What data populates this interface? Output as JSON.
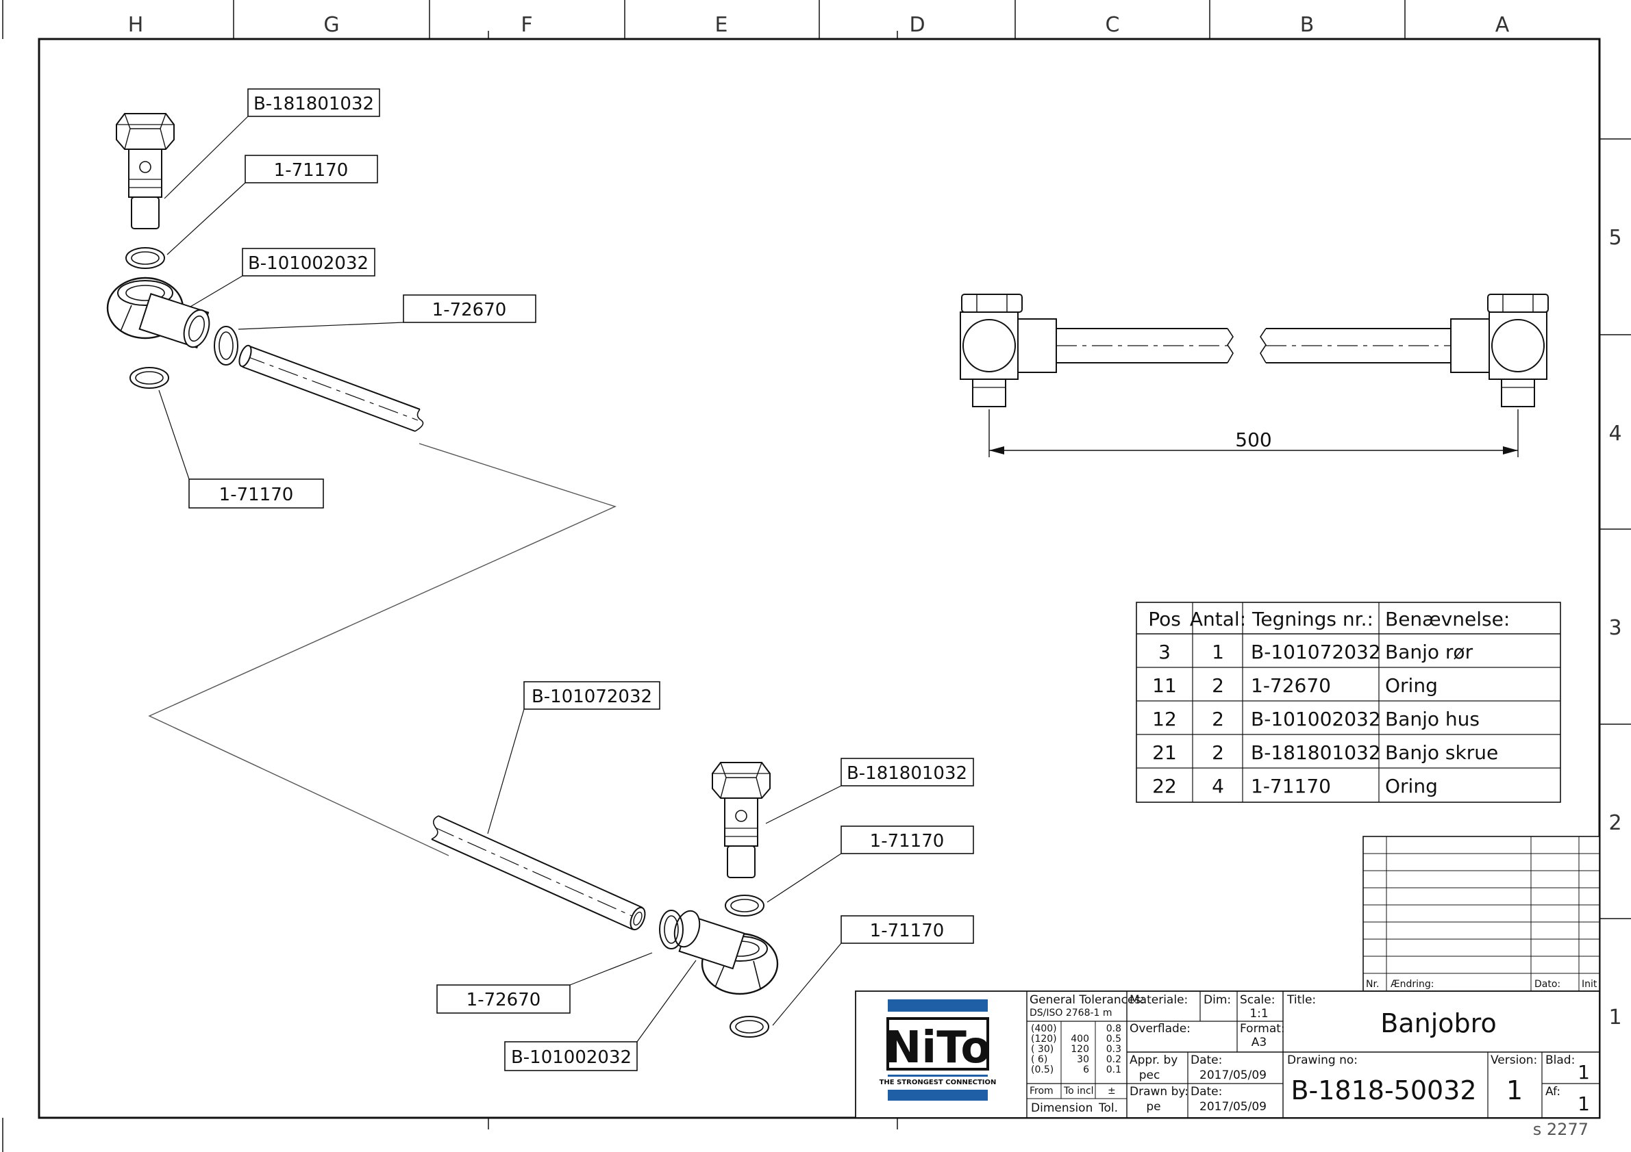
{
  "zones": {
    "columns": [
      "H",
      "G",
      "F",
      "E",
      "D",
      "C",
      "B",
      "A"
    ],
    "rows": [
      "5",
      "4",
      "3",
      "2",
      "1"
    ]
  },
  "callouts": [
    "B-181801032",
    "1-71170",
    "B-101002032",
    "1-72670",
    "1-71170",
    "B-101072032",
    "B-181801032",
    "1-71170",
    "1-71170",
    "1-72670",
    "B-101002032"
  ],
  "dimension": "500",
  "parts_table": {
    "headers": [
      "Pos",
      "Antal:",
      "Tegnings nr.:",
      "Benævnelse:"
    ],
    "rows": [
      [
        "3",
        "1",
        "B-101072032",
        "Banjo rør"
      ],
      [
        "11",
        "2",
        "1-72670",
        "Oring"
      ],
      [
        "12",
        "2",
        "B-101002032",
        "Banjo hus"
      ],
      [
        "21",
        "2",
        "B-181801032",
        "Banjo skrue"
      ],
      [
        "22",
        "4",
        "1-71170",
        "Oring"
      ]
    ]
  },
  "revision_table": {
    "headers": [
      "Nr.",
      "Ændring:",
      "Dato:",
      "Init"
    ]
  },
  "title_block": {
    "logo_text": "NiTo",
    "logo_tagline": "THE STRONGEST CONNECTION",
    "general_tolerances_label": "General Tolerances:",
    "standard": "DS/ISO 2768-1 m",
    "tolerance_rows": [
      [
        "(400)",
        "",
        "0.8"
      ],
      [
        "(120)",
        "400",
        "0.5"
      ],
      [
        "( 30)",
        "120",
        "0.3"
      ],
      [
        "( 6)",
        "30",
        "0.2"
      ],
      [
        "(0.5)",
        "6",
        "0.1"
      ]
    ],
    "from_label": "From",
    "to_incl_label": "To incl",
    "plusminus_label": "±",
    "dimension_label": "Dimension",
    "tol_label": "Tol.",
    "materiale_label": "Materiale:",
    "dim_label": "Dim:",
    "scale_label": "Scale:",
    "scale": "1:1",
    "overflade_label": "Overflade:",
    "format_label": "Format:",
    "format": "A3",
    "appr_by_label": "Appr. by",
    "appr_by": "pec",
    "date_label_1": "Date:",
    "date_1": "2017/05/09",
    "drawn_by_label": "Drawn by:",
    "drawn_by": "pe",
    "date_label_2": "Date:",
    "date_2": "2017/05/09",
    "title_label": "Title:",
    "title": "Banjobro",
    "drawing_no_label": "Drawing no:",
    "drawing_no": "B-1818-50032",
    "version_label": "Version:",
    "version": "1",
    "blad_label": "Blad:",
    "blad": "1",
    "af_label": "Af:",
    "af": "1"
  },
  "sheet_code": "s 2277"
}
